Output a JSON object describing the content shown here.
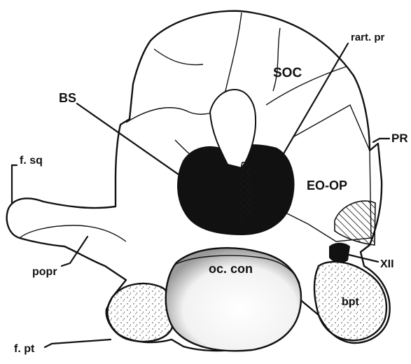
{
  "figure": {
    "labels": {
      "soc": "SOC",
      "rart_pr": "rart. pr",
      "bs": "BS",
      "pr": "PR",
      "f_sq": "f. sq",
      "eo_op": "EO-OP",
      "xii": "XII",
      "popr": "popr",
      "oc_con": "oc. con",
      "bpt": "bpt",
      "f_pt": "f. pt"
    }
  }
}
